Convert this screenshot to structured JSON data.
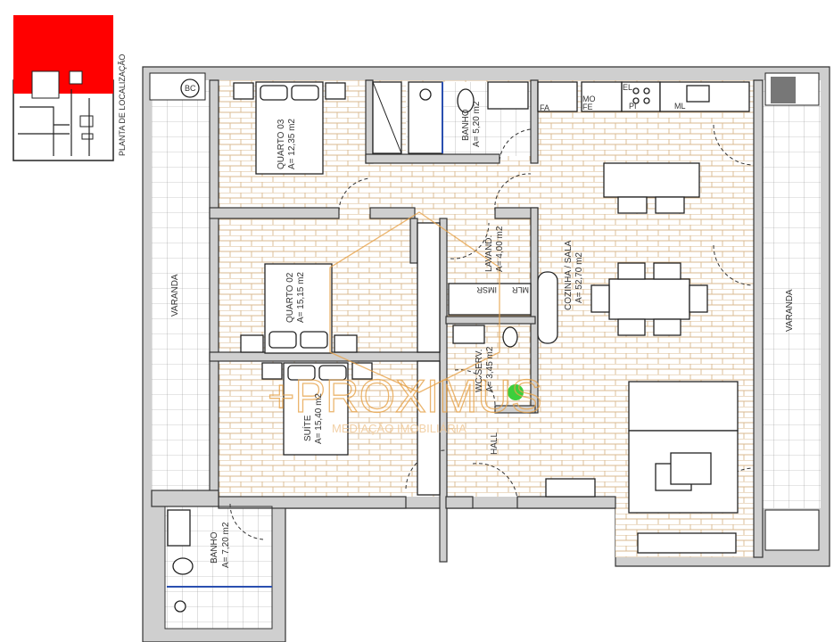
{
  "location_plan": {
    "label": "PLANTA DE LOCALIZAÇÃO",
    "highlight_color": "#ff0000"
  },
  "rooms": {
    "quarto03": {
      "name": "QUARTO 03",
      "area": "A= 12,35 m2"
    },
    "banho_top": {
      "name": "BANHO",
      "area": "A= 5,20 m2"
    },
    "lavandaria": {
      "name": "LAVAND.",
      "area": "A= 4,00 m2"
    },
    "cozinha_sala": {
      "name": "COZINHA / SALA",
      "area": "A= 52,70 m2"
    },
    "quarto02": {
      "name": "QUARTO 02",
      "area": "A= 15,15 m2"
    },
    "suite": {
      "name": "SUÍTE",
      "area": "A= 15,40 m2"
    },
    "wc_serv": {
      "name": "WC SERV.",
      "area": "A= 3,45 m2"
    },
    "hall": {
      "name": "HALL"
    },
    "varanda_left": {
      "name": "VARANDA"
    },
    "varanda_right": {
      "name": "VARANDA"
    },
    "banho_bottom": {
      "name": "BANHO",
      "area": "A= 7,20 m2"
    }
  },
  "fixtures": {
    "bc": "BC",
    "fa": "FA",
    "mo": "MO",
    "fe": "FE",
    "el": "EL",
    "pi": "PI",
    "ml": "ML",
    "mlr": "MLR",
    "imsr": "IMSR"
  },
  "watermark": {
    "brand": "+PROXIMUS",
    "tagline": "MEDIAÇÃO IMOBILIÁRIA",
    "color": "#e7a34a"
  },
  "colors": {
    "wall": "#cfcfcf",
    "brick": "#d9b98f",
    "shower_line": "#2a4fb0",
    "plant": "#3ccf3c"
  }
}
